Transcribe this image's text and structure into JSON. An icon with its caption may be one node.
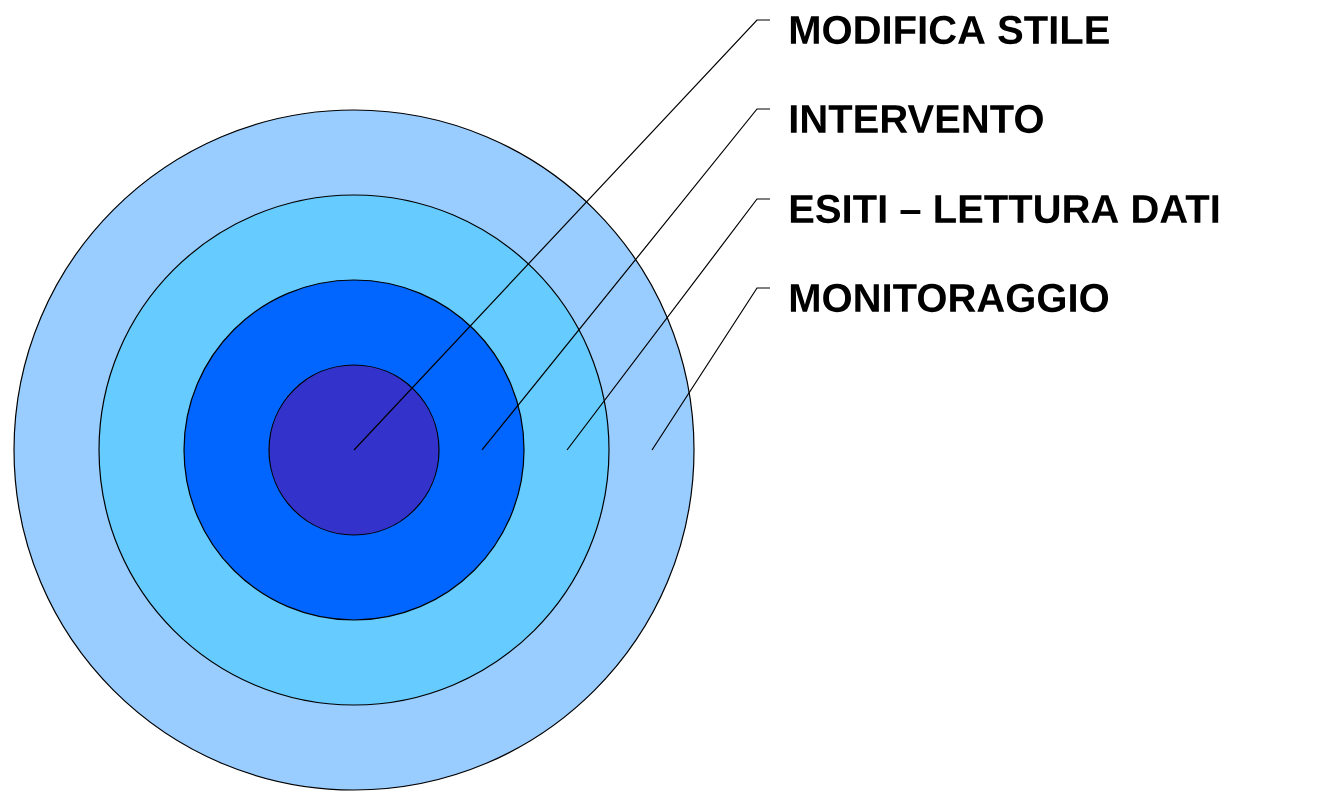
{
  "diagram": {
    "nodes": [
      {
        "text": [],
        "shape": "circle"
      },
      {
        "text": [],
        "shape": "circle",
        "in": 0
      },
      {
        "text": [],
        "shape": "circle",
        "in": 1
      },
      {
        "text": [],
        "shape": "circle",
        "in": 2
      },
      {
        "text": [
          "MODIFICA STILE"
        ]
      },
      {
        "text": [
          "INTERVENTO"
        ]
      },
      {
        "text": [
          "ESITI – LETTURA DATI"
        ]
      },
      {
        "text": [
          "MONITORAGGIO"
        ]
      }
    ],
    "edges": [
      {
        "from": 4,
        "to": 3,
        "arrow": "none"
      },
      {
        "from": 5,
        "to": 2,
        "arrow": "none"
      },
      {
        "from": 6,
        "to": 1,
        "arrow": "none"
      },
      {
        "from": 7,
        "to": 0,
        "arrow": "none"
      }
    ]
  }
}
